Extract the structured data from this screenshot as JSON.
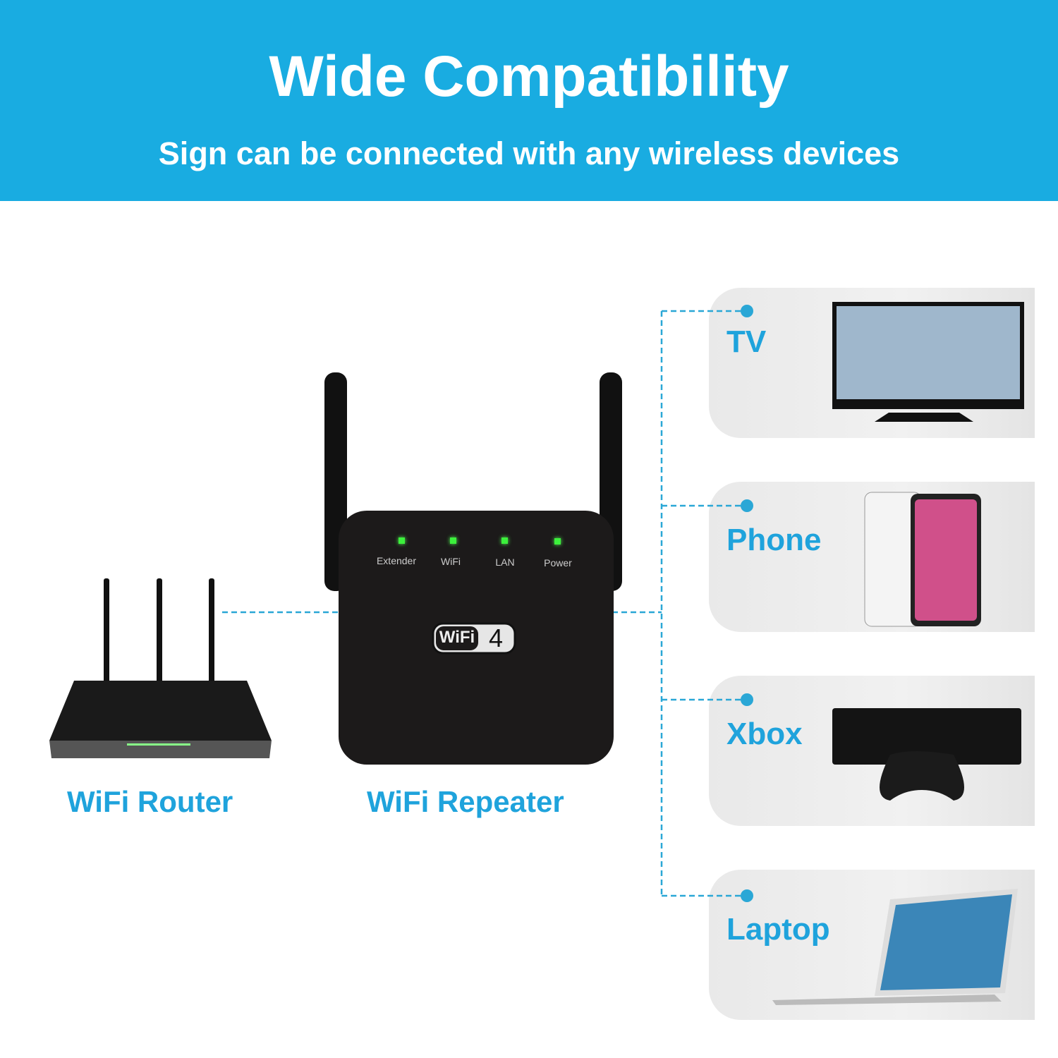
{
  "header": {
    "title": "Wide Compatibility",
    "subtitle": "Sign can be connected with any wireless devices"
  },
  "router": {
    "label": "WiFi Router"
  },
  "repeater": {
    "label": "WiFi Repeater",
    "badge_text": "WiFi",
    "badge_number": "4",
    "indicators": [
      "Extender",
      "WiFi",
      "LAN",
      "Power"
    ]
  },
  "devices": [
    {
      "label": "TV"
    },
    {
      "label": "Phone"
    },
    {
      "label": "Xbox"
    },
    {
      "label": "Laptop"
    }
  ],
  "colors": {
    "header": "#19ace1",
    "accent": "#1fa3dc",
    "led": "#3cf03c"
  }
}
